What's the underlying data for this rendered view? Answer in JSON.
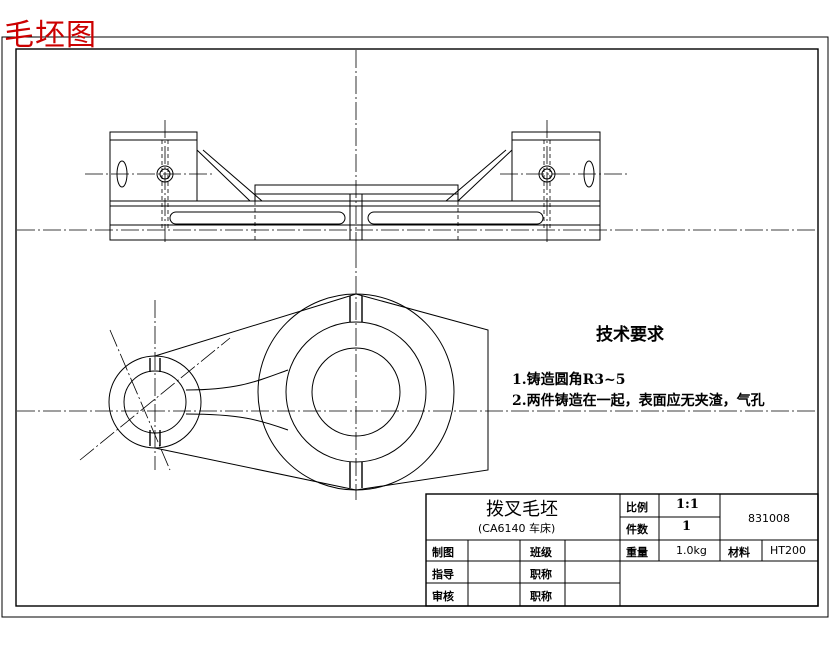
{
  "sheet_title": "毛坯图",
  "requirements": {
    "title": "技术要求",
    "items": [
      "1.铸造圆角R3~5",
      "2.两件铸造在一起，表面应无夹渣，气孔"
    ]
  },
  "title_block": {
    "part_name": "拨叉毛坯",
    "machine": "(CA6140 车床)",
    "scale_label": "比例",
    "scale_value": "1:1",
    "count_label": "件数",
    "count_value": "1",
    "drawing_no": "831008",
    "weight_label": "重量",
    "weight_value": "1.0kg",
    "material_label": "材料",
    "material_value": "HT200",
    "drawn_label": "制图",
    "class_label": "班级",
    "guide_label": "指导",
    "title_label_1": "职称",
    "review_label": "审核",
    "title_label_2": "职称"
  }
}
